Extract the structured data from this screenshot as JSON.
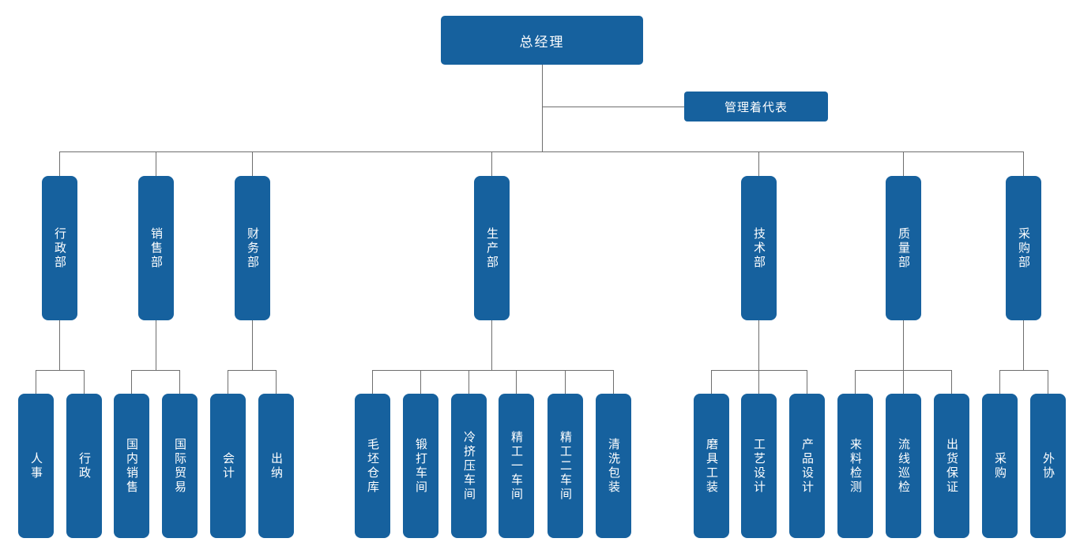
{
  "colors": {
    "node_fill": "#16619E",
    "node_text": "#FFFFFF",
    "connector": "#6E6E6E",
    "background": "#FFFFFF"
  },
  "root": {
    "label": "总经理"
  },
  "staff": {
    "label": "管理着代表"
  },
  "departments": [
    {
      "label": "行政部",
      "children": [
        {
          "label": "人事"
        },
        {
          "label": "行政"
        }
      ]
    },
    {
      "label": "销售部",
      "children": [
        {
          "label": "国内销售"
        },
        {
          "label": "国际贸易"
        }
      ]
    },
    {
      "label": "财务部",
      "children": [
        {
          "label": "会计"
        },
        {
          "label": "出纳"
        }
      ]
    },
    {
      "label": "生产部",
      "children": [
        {
          "label": "毛坯仓库"
        },
        {
          "label": "锻打车间"
        },
        {
          "label": "冷挤压车间"
        },
        {
          "label": "精工一车间"
        },
        {
          "label": "精工二车间"
        },
        {
          "label": "清洗包装"
        }
      ]
    },
    {
      "label": "技术部",
      "children": [
        {
          "label": "磨具工装"
        },
        {
          "label": "工艺设计"
        },
        {
          "label": "产品设计"
        }
      ]
    },
    {
      "label": "质量部",
      "children": [
        {
          "label": "来料检测"
        },
        {
          "label": "流线巡检"
        },
        {
          "label": "出货保证"
        }
      ]
    },
    {
      "label": "采购部",
      "children": [
        {
          "label": "采购"
        },
        {
          "label": "外协"
        }
      ]
    }
  ]
}
